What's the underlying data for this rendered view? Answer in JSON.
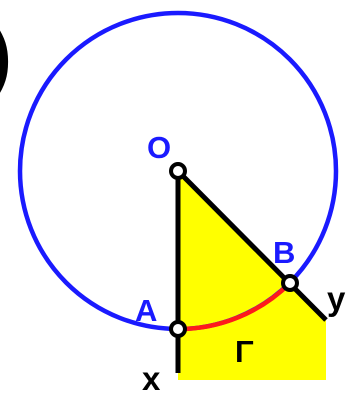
{
  "labels": {
    "fragment": ")",
    "O": "O",
    "A": "A",
    "B": "B",
    "x": "x",
    "y": "y",
    "gamma": "Γ"
  },
  "colors": {
    "circle": "#1a1aff",
    "label_blue": "#1a1aff",
    "arc": "#ff1a1a",
    "region_fill": "#ffff00",
    "lines": "#000000",
    "points_fill": "#ffffff"
  }
}
